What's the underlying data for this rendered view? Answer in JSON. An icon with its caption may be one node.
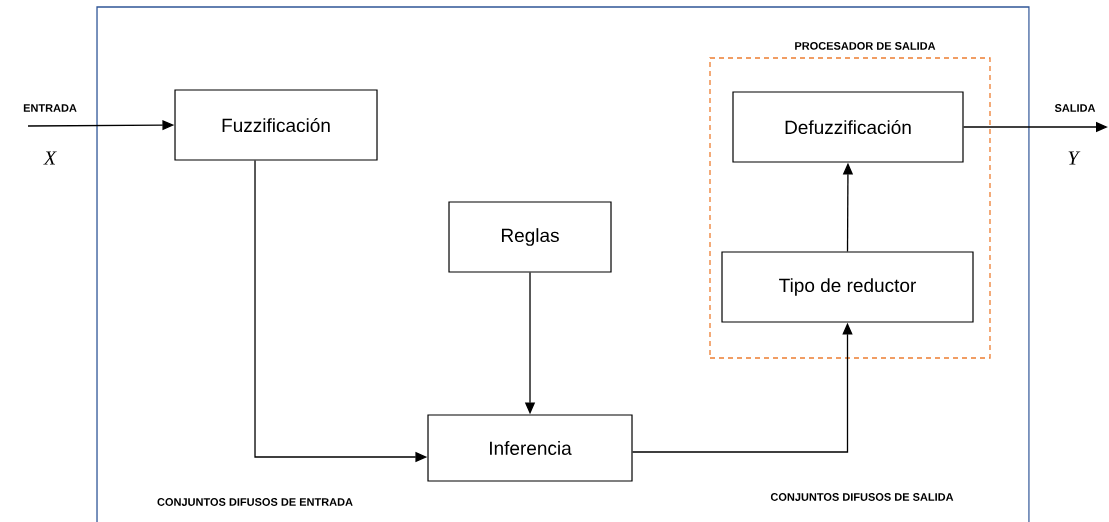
{
  "diagram": {
    "nodes": [
      {
        "text": [],
        "shape": "box"
      },
      {
        "text": [
          "Fuzzificación"
        ],
        "in": 0
      },
      {
        "text": [
          "Reglas"
        ],
        "in": 0
      },
      {
        "text": [
          "Inferencia"
        ],
        "in": 0
      },
      {
        "text": [
          "PROCESADOR DE SALIDA"
        ],
        "in": 0
      },
      {
        "text": [
          "Defuzzificación"
        ],
        "in": 4
      },
      {
        "text": [
          "Tipo de reductor"
        ],
        "in": 4
      }
    ],
    "edges": [
      {
        "from": null,
        "to": 1,
        "arrow": "to",
        "label": "ENTRADA"
      },
      {
        "from": 1,
        "to": 3,
        "arrow": "to"
      },
      {
        "from": 2,
        "to": 3,
        "arrow": "to"
      },
      {
        "from": 3,
        "to": 6,
        "arrow": "to"
      },
      {
        "from": 6,
        "to": 5,
        "arrow": "to"
      },
      {
        "from": 5,
        "to": null,
        "arrow": "to",
        "label": "SALIDA"
      }
    ],
    "labels": [
      "X",
      "Y",
      "CONJUNTOS DIFUSOS DE ENTRADA",
      "CONJUNTOS DIFUSOS DE SALIDA"
    ]
  }
}
